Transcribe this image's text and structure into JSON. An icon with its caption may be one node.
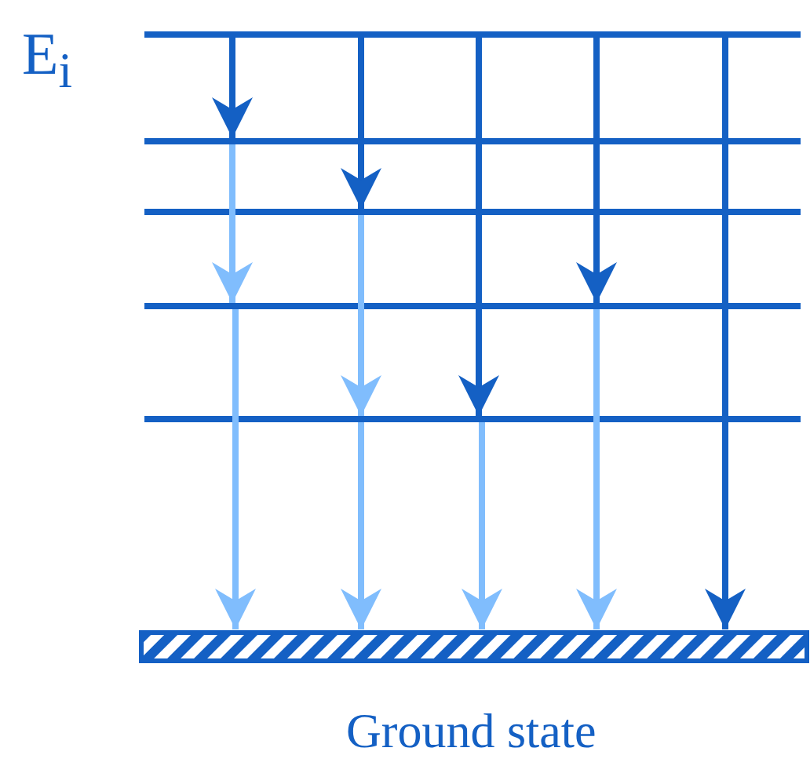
{
  "diagram": {
    "nodes": [
      {
        "text": [],
        "shape": "bar",
        "beside": [
          "E$_{i}$"
        ]
      },
      {
        "text": [],
        "shape": "bar"
      },
      {
        "text": [],
        "shape": "bar"
      },
      {
        "text": [],
        "shape": "bar"
      },
      {
        "text": [],
        "shape": "bar"
      },
      {
        "text": [],
        "shape": "bar",
        "beside": [
          "Ground state"
        ]
      }
    ],
    "edges": [
      {
        "from": 0,
        "to": 1,
        "arrow": "to",
        "color": "#1460c4"
      },
      {
        "from": 1,
        "to": 3,
        "arrow": "to"
      },
      {
        "from": 3,
        "to": 5,
        "arrow": "to"
      },
      {
        "from": 0,
        "to": 2,
        "arrow": "to",
        "color": "#1460c4"
      },
      {
        "from": 2,
        "to": 4,
        "arrow": "to"
      },
      {
        "from": 4,
        "to": 5,
        "arrow": "to"
      },
      {
        "from": 0,
        "to": 4,
        "arrow": "to",
        "color": "#1460c4"
      },
      {
        "from": 4,
        "to": 5,
        "arrow": "to"
      },
      {
        "from": 0,
        "to": 3,
        "arrow": "to",
        "color": "#1460c4"
      },
      {
        "from": 3,
        "to": 5,
        "arrow": "to"
      },
      {
        "from": 0,
        "to": 5,
        "arrow": "to",
        "color": "#1460c4"
      }
    ]
  }
}
